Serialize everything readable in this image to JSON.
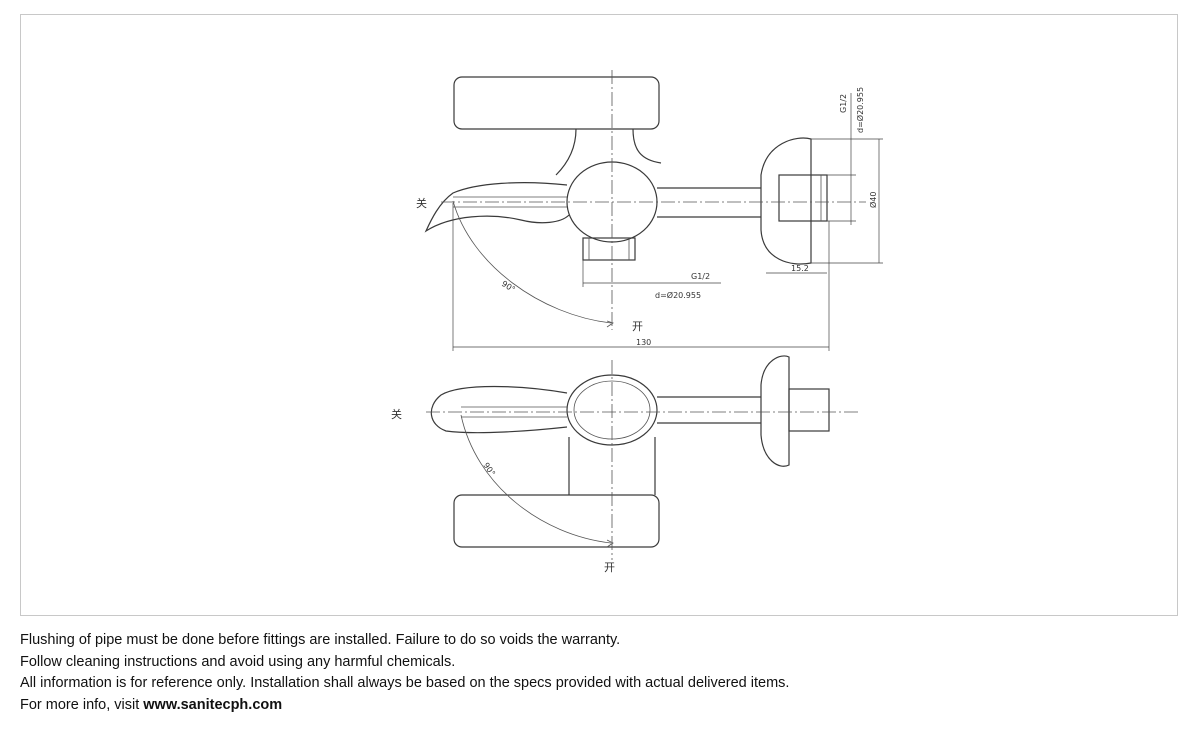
{
  "diagram": {
    "labels": {
      "close_top": "关",
      "open_top": "开",
      "close_bottom": "关",
      "open_bottom": "开",
      "angle_top": "90°",
      "angle_bottom": "90°",
      "thread_side": "G1/2",
      "thread_side_d": "d=Ø20.955",
      "thread_bottom": "G1/2",
      "thread_bottom_d": "d=Ø20.955",
      "dia_flange": "Ø40",
      "len_thread": "15.2",
      "len_total": "130"
    }
  },
  "notes": {
    "line1": "Flushing of pipe must be done before fittings are installed. Failure to do so voids the warranty.",
    "line2": "Follow cleaning instructions and avoid using any harmful chemicals.",
    "line3": "All information is for reference only. Installation shall always be based on the specs provided with actual delivered items.",
    "line4_prefix": "For more info, visit ",
    "line4_link": "www.sanitecph.com"
  }
}
